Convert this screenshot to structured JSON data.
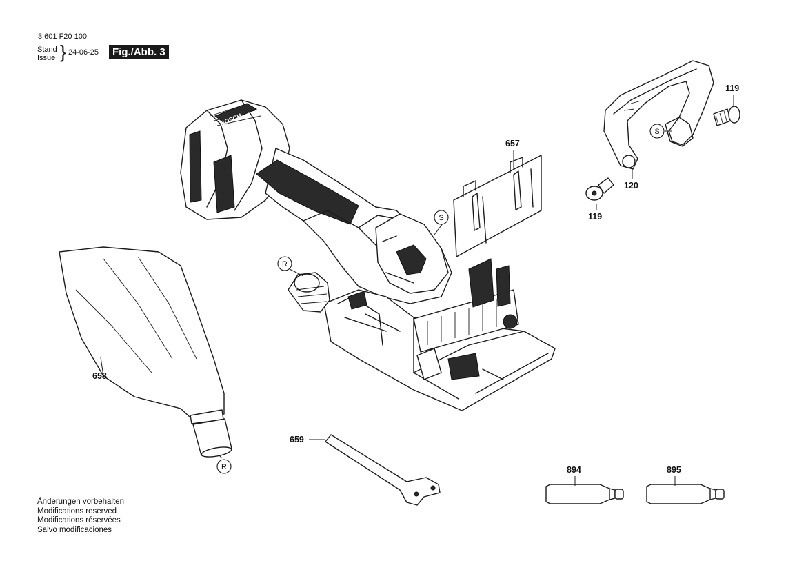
{
  "header": {
    "doc_number": "3 601 F20 100",
    "stand_label": "Stand",
    "issue_label": "Issue",
    "brace": "}",
    "date": "24-06-25",
    "figure_label": "Fig./Abb. 3"
  },
  "parts": {
    "p119a": "119",
    "p119b": "119",
    "p120": "120",
    "p657": "657",
    "p658": "658",
    "p659": "659",
    "p894": "894",
    "p895": "895"
  },
  "markers": {
    "s_handle": "S",
    "s_fence": "S",
    "r_port": "R",
    "r_bag": "R"
  },
  "brand_text": "BOSCH",
  "footer": {
    "line1": "Änderungen vorbehalten",
    "line2": "Modifications reserved",
    "line3": "Modifications réservées",
    "line4": "Salvo modificaciones"
  }
}
